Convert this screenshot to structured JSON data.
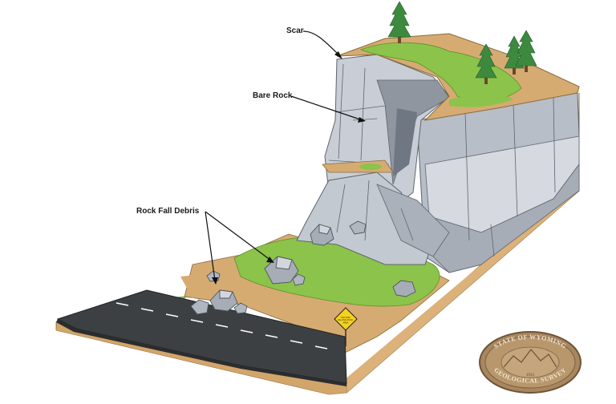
{
  "labels": {
    "scar": "Scar",
    "bare_rock": "Bare Rock",
    "rock_fall_debris": "Rock Fall Debris"
  },
  "sign": {
    "text": "CAUTION FALLING ROCK AREA"
  },
  "seal": {
    "top_text": "STATE OF WYOMING",
    "bottom_text": "GEOLOGICAL SURVEY",
    "year": "1933"
  },
  "colors": {
    "soil": "#d6ab72",
    "grass": "#8cc34a",
    "rock": "#c9ced6",
    "rock_dark": "#9aa1ab",
    "road": "#3d4043",
    "tree": "#3d8a3f",
    "seal_bronze": "#a88660"
  },
  "icons": [
    "pine-tree-icon",
    "caution-sign-icon",
    "state-seal-icon"
  ]
}
